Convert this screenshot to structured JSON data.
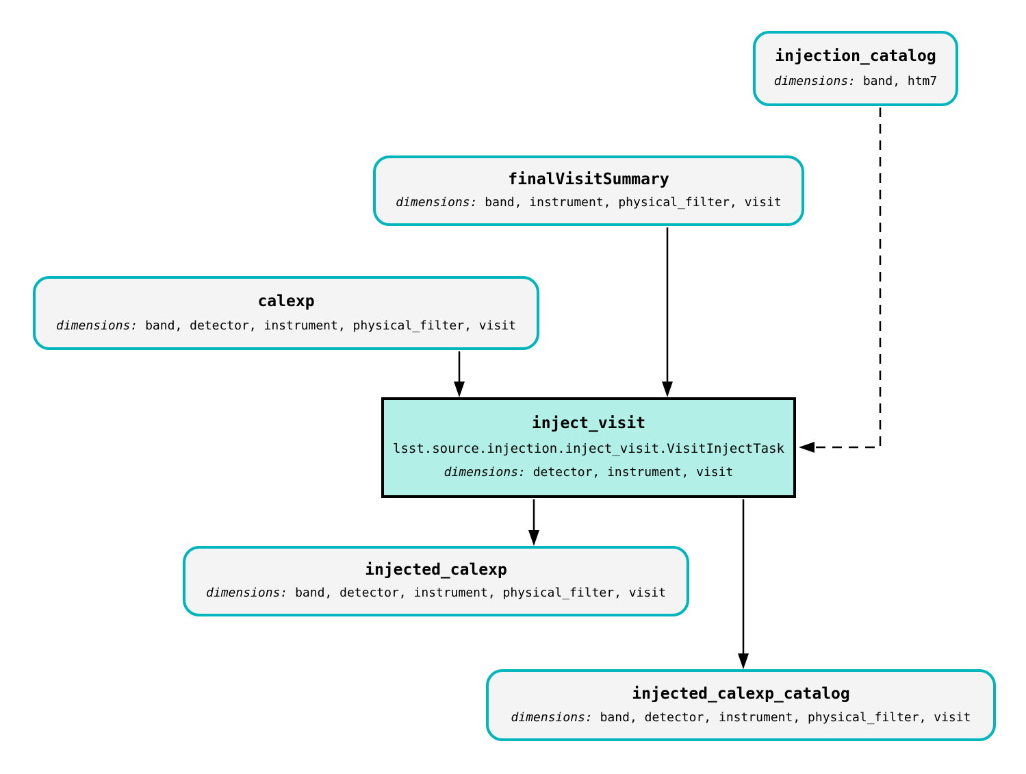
{
  "diagram": {
    "type": "pipeline-task-graph",
    "background_color": "#ffffff",
    "colors": {
      "dataset_border": "#00b6bc",
      "dataset_fill": "#f4f4f4",
      "task_border": "#000000",
      "task_fill": "#b1efe7",
      "edge": "#000000",
      "text": "#000000"
    }
  },
  "nodes": {
    "injection_catalog": {
      "title": "injection_catalog",
      "dimensions_label": "dimensions:",
      "dimensions": "band, htm7"
    },
    "finalVisitSummary": {
      "title": "finalVisitSummary",
      "dimensions_label": "dimensions:",
      "dimensions": "band, instrument, physical_filter, visit"
    },
    "calexp": {
      "title": "calexp",
      "dimensions_label": "dimensions:",
      "dimensions": "band, detector, instrument, physical_filter, visit"
    },
    "inject_visit": {
      "title": "inject_visit",
      "task_class": "lsst.source.injection.inject_visit.VisitInjectTask",
      "dimensions_label": "dimensions:",
      "dimensions": "detector, instrument, visit"
    },
    "injected_calexp": {
      "title": "injected_calexp",
      "dimensions_label": "dimensions:",
      "dimensions": "band, detector, instrument, physical_filter, visit"
    },
    "injected_calexp_catalog": {
      "title": "injected_calexp_catalog",
      "dimensions_label": "dimensions:",
      "dimensions": "band, detector, instrument, physical_filter, visit"
    }
  },
  "edges": [
    {
      "from": "calexp",
      "to": "inject_visit",
      "style": "solid"
    },
    {
      "from": "finalVisitSummary",
      "to": "inject_visit",
      "style": "solid"
    },
    {
      "from": "injection_catalog",
      "to": "inject_visit",
      "style": "dashed"
    },
    {
      "from": "inject_visit",
      "to": "injected_calexp",
      "style": "solid"
    },
    {
      "from": "inject_visit",
      "to": "injected_calexp_catalog",
      "style": "solid"
    }
  ]
}
